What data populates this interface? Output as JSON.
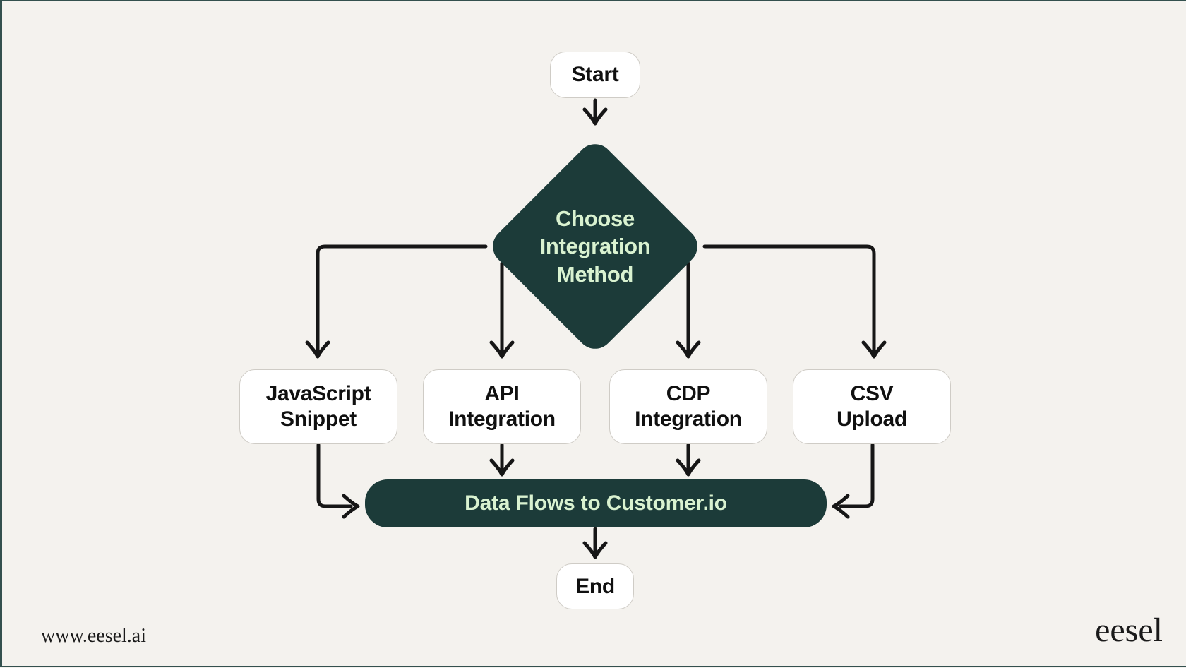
{
  "colors": {
    "bg": "#f4f2ee",
    "dark": "#1c3b39",
    "mint": "#d9f2d0",
    "node-fill": "#ffffff",
    "node-border": "#cfccc6",
    "arrow": "#161616",
    "ink": "#101010",
    "footer-ink": "#1a1a1a",
    "edge": "#33504e"
  },
  "flowchart": {
    "start": {
      "label": "Start"
    },
    "decision": {
      "label": "Choose\nIntegration\nMethod"
    },
    "options": [
      {
        "label": "JavaScript\nSnippet"
      },
      {
        "label": "API\nIntegration"
      },
      {
        "label": "CDP\nIntegration"
      },
      {
        "label": "CSV\nUpload"
      }
    ],
    "sink": {
      "label": "Data Flows to Customer.io"
    },
    "end": {
      "label": "End"
    }
  },
  "footer": {
    "website": "www.eesel.ai",
    "brand": "eesel"
  }
}
